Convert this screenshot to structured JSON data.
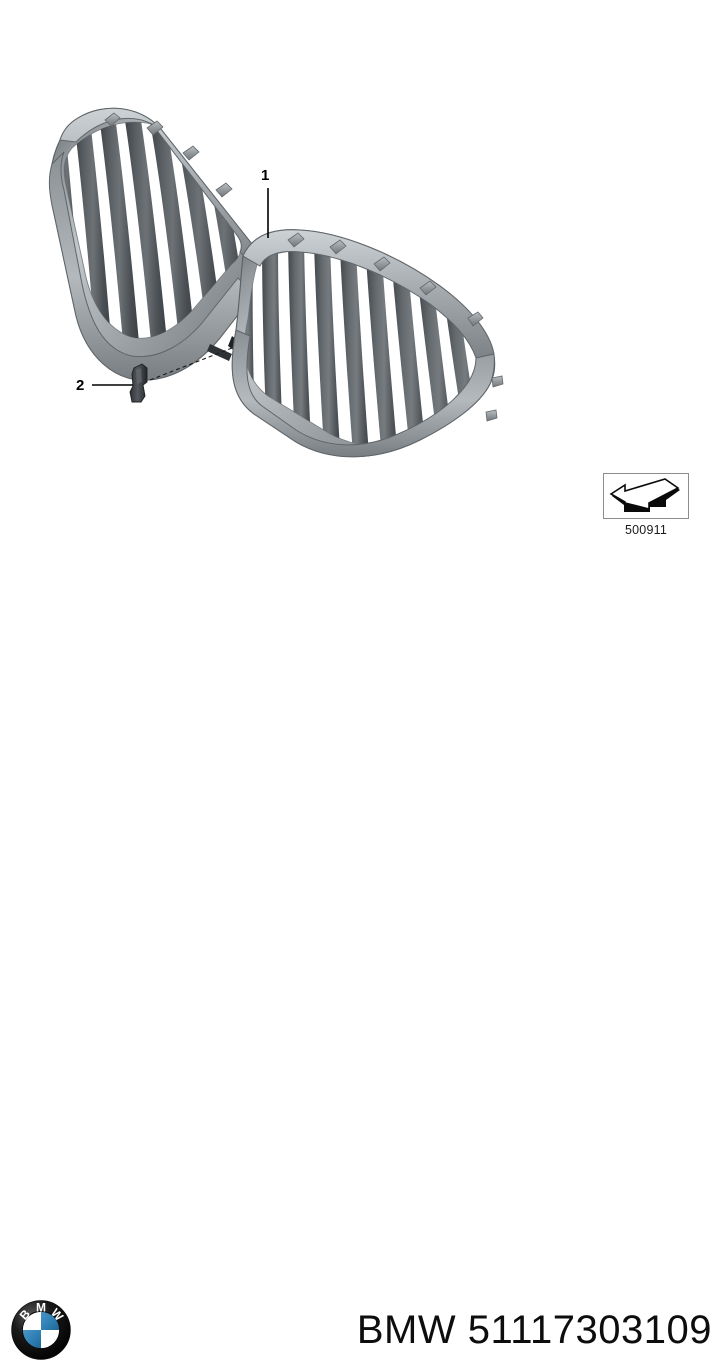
{
  "document": {
    "type": "parts-catalog-illustration",
    "background_color": "#ffffff",
    "subject": "BMW kidney grille assembly"
  },
  "callouts": [
    {
      "id": "1",
      "label": "1",
      "refers_to": "grille-assembly",
      "leader": "vertical-line"
    },
    {
      "id": "2",
      "label": "2",
      "refers_to": "mounting-clip",
      "leader": "horizontal-line"
    }
  ],
  "reference": {
    "icon_name": "arrow-3d-icon",
    "code": "500911"
  },
  "footer": {
    "logo_name": "bmw-roundel-logo",
    "logo_text": "BMW",
    "part_number": "BMW 51117303109",
    "brand": "BMW",
    "number": "51117303109"
  },
  "colors": {
    "frame_light": "#b7bcc0",
    "frame_mid": "#9aa0a5",
    "frame_dark": "#6e7478",
    "frame_shadow": "#4e5458",
    "slat_dark": "#4a4e52",
    "slat_mid": "#5f6468",
    "slat_light": "#868c90",
    "gap_white": "#ffffff",
    "clip_dark": "#3a3d40",
    "outline": "#2b2e30",
    "logo_blue": "#2e7fb4",
    "logo_black": "#0b0b0b",
    "text_black": "#0d0d0d",
    "box_border": "#8d8d8d"
  },
  "parts": {
    "grille_left": {
      "name": "left-kidney-grille",
      "slat_count": 10
    },
    "grille_right": {
      "name": "right-kidney-grille",
      "slat_count": 10
    },
    "clip": {
      "name": "mounting-clip"
    }
  }
}
